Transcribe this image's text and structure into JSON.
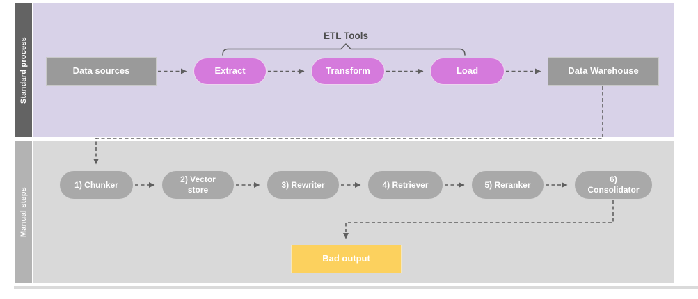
{
  "lanes": {
    "standard": {
      "label": "Standard process"
    },
    "manual": {
      "label": "Manual steps"
    }
  },
  "etl_group_label": "ETL Tools",
  "nodes": {
    "data_sources": "Data sources",
    "extract": "Extract",
    "transform": "Transform",
    "load": "Load",
    "data_warehouse": "Data Warehouse",
    "chunker": "1) Chunker",
    "vector_store": "2) Vector store",
    "rewriter": "3) Rewriter",
    "retriever": "4) Retriever",
    "reranker": "5) Reranker",
    "consolidator": "6) Consolidator",
    "bad_output": "Bad output"
  },
  "colors": {
    "lane_standard_bg": "#d8d2e8",
    "lane_standard_header": "#636363",
    "lane_manual_bg": "#d9d9d9",
    "lane_manual_header": "#b3b3b3",
    "etl_pill": "#d57adc",
    "gray_box": "#9a9a9a",
    "gray_pill": "#a9a9a9",
    "bad_output_box": "#fcd15e",
    "connector": "#5f5f5f"
  }
}
